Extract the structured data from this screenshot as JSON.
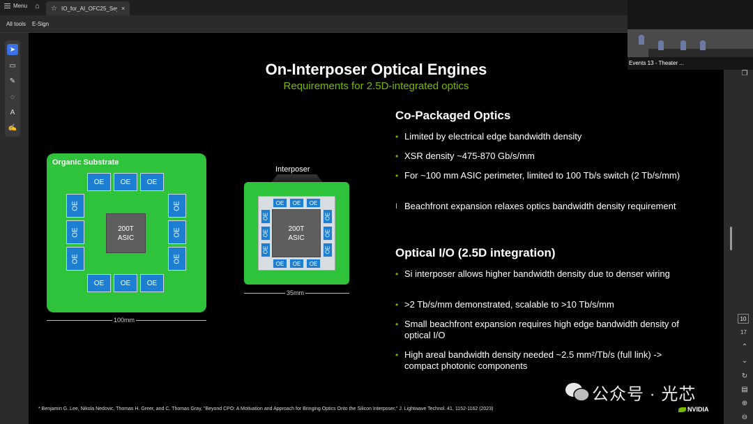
{
  "topbar": {
    "menu_label": "Menu",
    "tab_title": "IO_for_AI_OFC25_Seye...",
    "tab_close": "×"
  },
  "toolbar2": {
    "all_tools": "All tools",
    "esign": "E-Sign"
  },
  "slide": {
    "title": "On-Interposer Optical Engines",
    "subtitle": "Requirements for 2.5D-integrated optics",
    "sections": [
      {
        "heading": "Co-Packaged Optics",
        "bullets": [
          "Limited by electrical edge bandwidth density",
          "XSR density ~475-870 Gb/s/mm",
          "For ~100 mm ASIC perimeter, limited to 100 Tb/s switch (2 Tb/s/mm)",
          "Beachfront expansion relaxes optics bandwidth density requirement"
        ]
      },
      {
        "heading": "Optical I/O (2.5D integration)",
        "bullets": [
          "Si interposer allows higher bandwidth density due to denser wiring",
          ">2 Tb/s/mm demonstrated, scalable to >10 Tb/s/mm",
          "Small beachfront expansion requires high edge bandwidth density of optical I/O",
          "High areal bandwidth density needed ~2.5 mm²/Tb/s (full link) -> compact photonic components"
        ]
      }
    ],
    "diagram_left": {
      "label": "Organic Substrate",
      "oe_label": "OE",
      "asic_line1": "200T",
      "asic_line2": "ASIC",
      "dimension": "100mm"
    },
    "diagram_right": {
      "label": "Interposer",
      "oe_label": "OE",
      "asic_line1": "200T",
      "asic_line2": "ASIC",
      "dimension": "35mm"
    },
    "footnote": "* Benjamin G. Lee, Nikola Nedovic, Thomas H. Greer, and C. Thomas Gray, \"Beyond CPO: A Motivation and Approach for Bringing Optics Onto the Silicon Interposer,\" J. Lightwave Technol. 41, 1152-1162 (2023)",
    "watermark": "公众号 · 光芯",
    "brand": "NVIDIA"
  },
  "video": {
    "caption": "Events 13 - Theater ..."
  },
  "rightpanel": {
    "page_current": "10",
    "page_total": "17"
  },
  "colors": {
    "accent_green": "#76b900",
    "substrate_green": "#2fc23b",
    "oe_blue": "#1c7fd1",
    "active_tool": "#3b73e6"
  }
}
